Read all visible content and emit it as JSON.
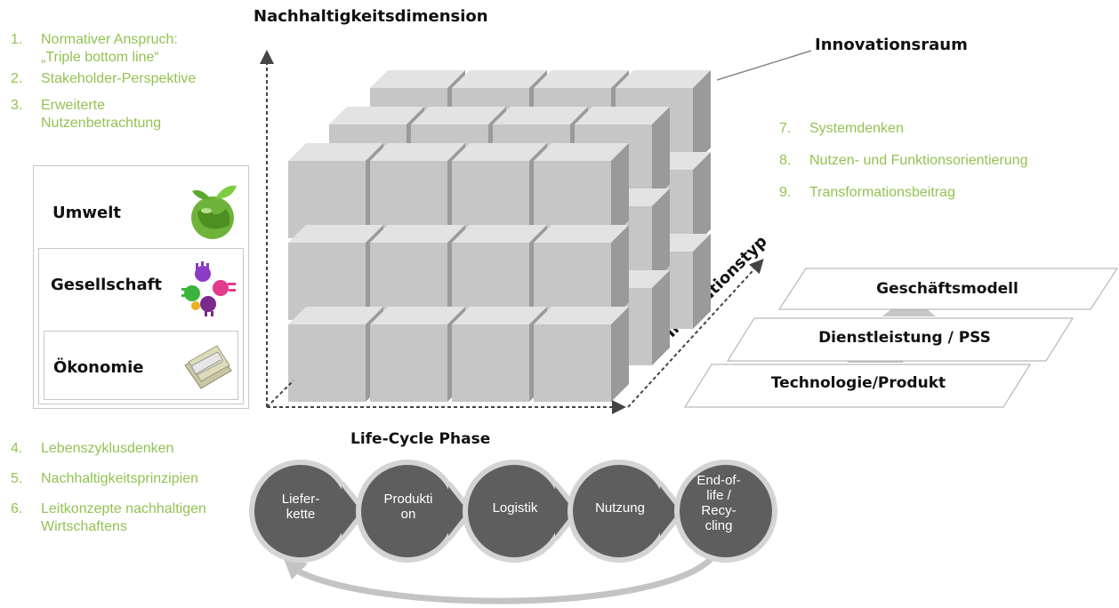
{
  "left_list_top": [
    {
      "num": "1.",
      "text": "Normativer Anspruch:\n„Triple bottom line“"
    },
    {
      "num": "2.",
      "text": "Stakeholder-Perspektive"
    },
    {
      "num": "3.",
      "text": "Erweiterte\nNutzenbetrachtung"
    }
  ],
  "dimensions": [
    {
      "label": "Umwelt",
      "icon": "globe-leaf-icon"
    },
    {
      "label": "Gesellschaft",
      "icon": "colorful-hands-icon"
    },
    {
      "label": "Ökonomie",
      "icon": "money-stack-icon"
    }
  ],
  "left_list_bottom": [
    {
      "num": "4.",
      "text": "Lebenszyklusdenken"
    },
    {
      "num": "5.",
      "text": "Nachhaltigkeitsprinzipien"
    },
    {
      "num": "6.",
      "text": "Leitkonzepte nachhaltigen\nWirtschaftens"
    }
  ],
  "right_list": [
    {
      "num": "7.",
      "text": "Systemdenken"
    },
    {
      "num": "8.",
      "text": "Nutzen- und Funktionsorientierung"
    },
    {
      "num": "9.",
      "text": "Transformationsbeitrag"
    }
  ],
  "axes": {
    "vertical": "Nachhaltigkeitsdimension",
    "depth": "Innovationstyp",
    "horizontal": "Life-Cycle Phase"
  },
  "cube_label": "Innovationsraum",
  "innovation_types": [
    "Geschäftsmodell",
    "Dienstleistung / PSS",
    "Technologie/Produkt"
  ],
  "phases": [
    "Liefer-\nkette",
    "Produkti\non",
    "Logistik",
    "Nutzung",
    "End-of-\nlife /\nRecy-\ncling"
  ],
  "colors": {
    "accent_green": "#92c353",
    "cube_face": "#c8c8c8",
    "phase_circle": "#5e5e5e"
  }
}
